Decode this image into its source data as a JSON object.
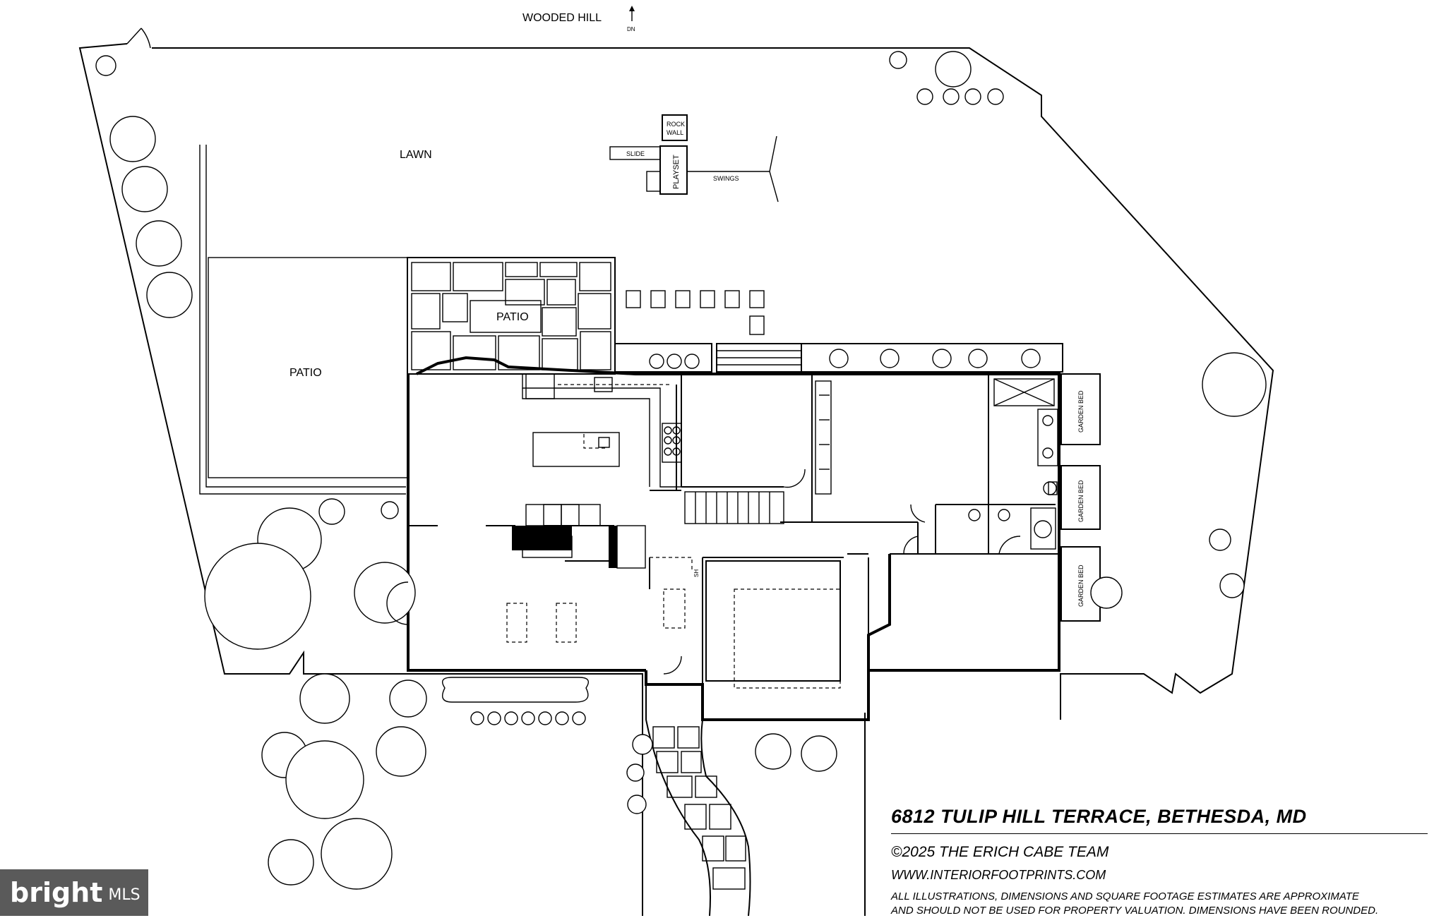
{
  "labels": {
    "wooded_hill": "WOODED HILL",
    "dn": "DN",
    "lawn": "LAWN",
    "rock_wall": "ROCK\nWALL",
    "rock_wall_1": "ROCK",
    "rock_wall_2": "WALL",
    "slide": "SLIDE",
    "playset": "PLAYSET",
    "swings": "SWINGS",
    "patio_upper": "PATIO",
    "patio_left": "PATIO",
    "garden_bed": "GARDEN BED",
    "sh": "SH"
  },
  "title_block": {
    "address": "6812 TULIP HILL TERRACE, BETHESDA, MD",
    "copyright": "©2025 THE ERICH CABE TEAM",
    "website": "WWW.INTERIORFOOTPRINTS.COM",
    "disclaimer": "ALL ILLUSTRATIONS, DIMENSIONS AND SQUARE FOOTAGE ESTIMATES ARE APPROXIMATE\nAND  SHOULD NOT BE USED FOR PROPERTY VALUATION. DIMENSIONS HAVE BEEN ROUNDED."
  },
  "watermark": {
    "brand": "bright",
    "suffix": "MLS"
  },
  "colors": {
    "line": "#000000",
    "background": "#ffffff",
    "watermark_bg": "#5a5a5a"
  }
}
